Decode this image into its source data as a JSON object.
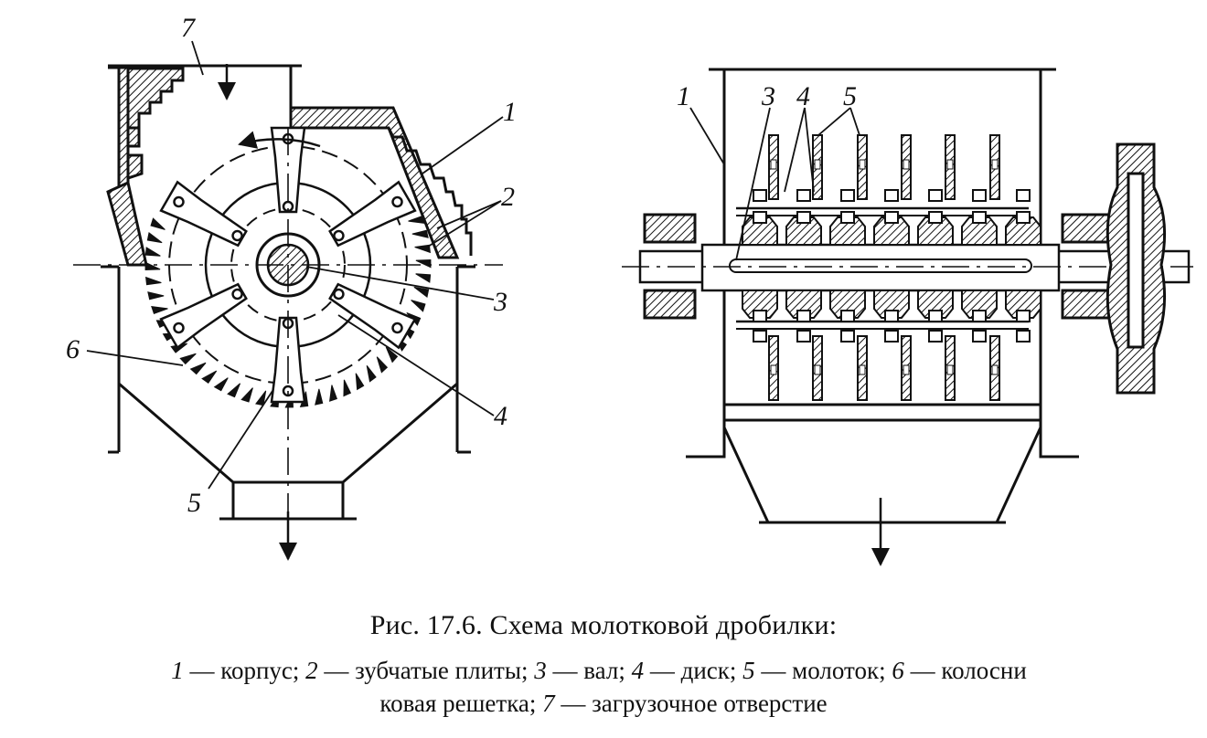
{
  "figure": {
    "left_view": {
      "callouts": [
        "7",
        "1",
        "2",
        "3",
        "6",
        "4",
        "5"
      ]
    },
    "right_view": {
      "callouts": [
        "1",
        "3",
        "4",
        "5"
      ]
    }
  },
  "caption": {
    "title": "Рис. 17.6. Схема молотковой дробилки:",
    "legend_items": [
      {
        "num": "1",
        "text": "корпус"
      },
      {
        "num": "2",
        "text": "зубчатые плиты"
      },
      {
        "num": "3",
        "text": "вал"
      },
      {
        "num": "4",
        "text": "диск"
      },
      {
        "num": "5",
        "text": "молоток"
      },
      {
        "num": "6",
        "text": "колосни"
      }
    ],
    "legend_line2_prefix": "ковая решетка; ",
    "legend_last_item": {
      "num": "7",
      "text": "загрузочное отверстие"
    }
  }
}
